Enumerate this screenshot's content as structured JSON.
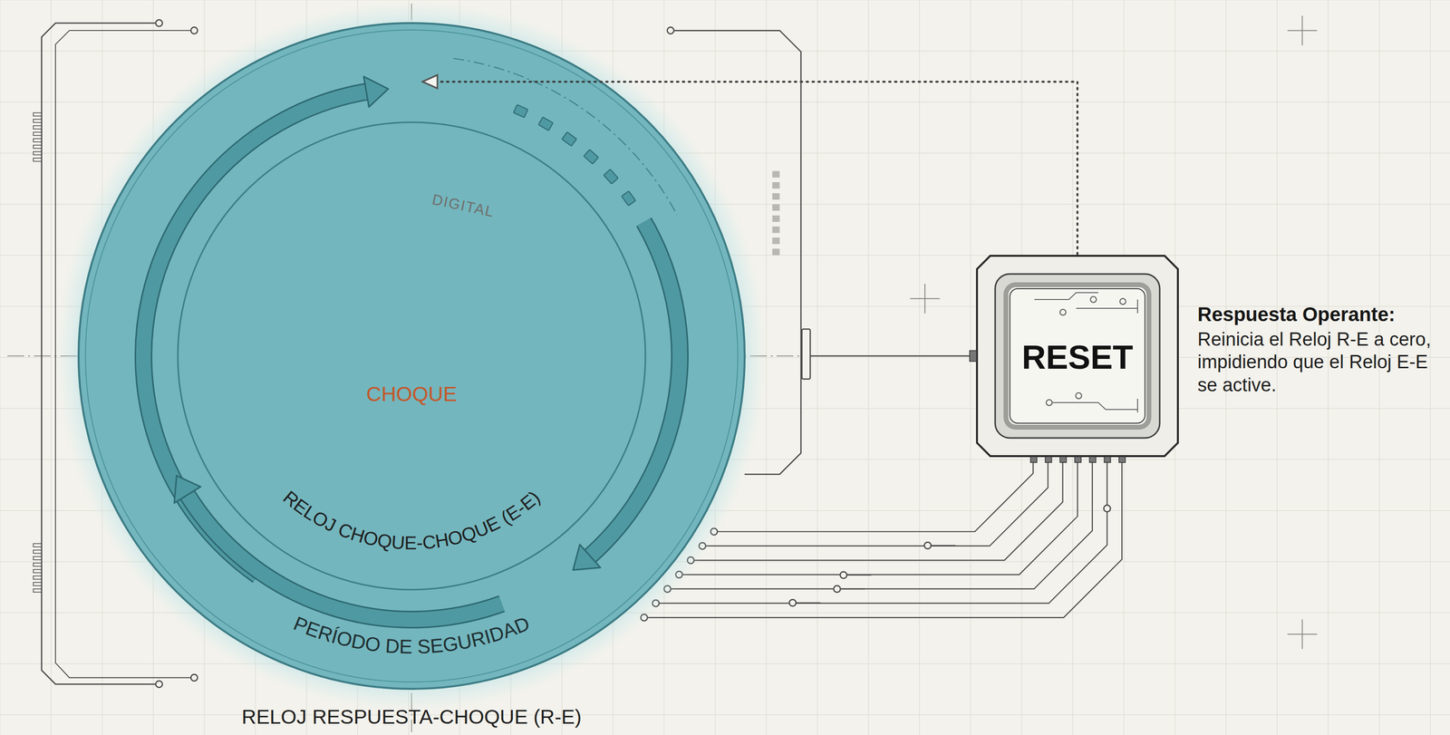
{
  "diagram": {
    "nodes": [
      {
        "text": [
          "PERÍODO DE SEGURIDAD",
          "RELOJ RESPUESTA-CHOQUE (R-E)"
        ]
      },
      {
        "text": [
          "DIGITAL",
          "RELOJ CHOQUE-CHOQUE (E-E)"
        ],
        "in": 0
      },
      {
        "text": [
          "CHOQUE"
        ],
        "in": 1
      },
      {
        "text": [
          "RESET",
          "Respuesta Operante:",
          "Reinicia el Reloj R-E a cero, impidiendo que el Reloj E-E se active."
        ]
      }
    ],
    "edges": [
      {
        "from": 3,
        "to": 0,
        "arrow": "to"
      }
    ]
  }
}
